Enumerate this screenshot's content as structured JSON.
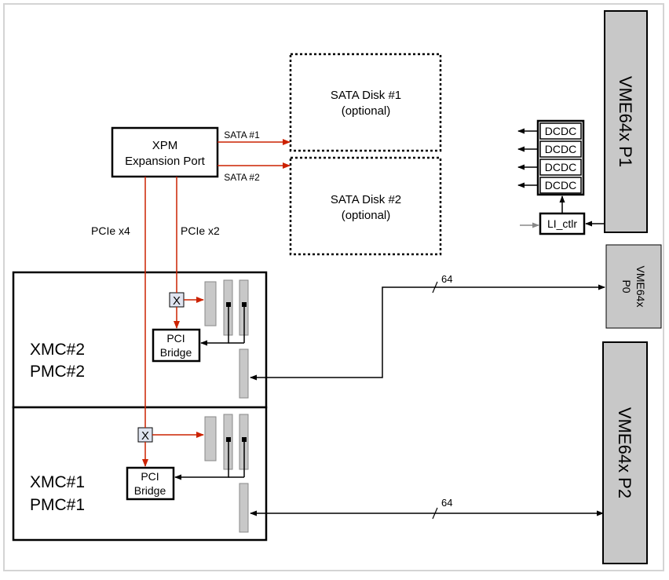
{
  "colors": {
    "signal": "#cc2200",
    "connector_fill": "#c8c8c8",
    "frame": "#d4d4d4",
    "mux_fill": "#dfe4f0"
  },
  "xpm": {
    "line1": "XPM",
    "line2": "Expansion Port"
  },
  "sata1": {
    "link": "SATA #1",
    "line1": "SATA Disk #1",
    "line2": "(optional)"
  },
  "sata2": {
    "link": "SATA #2",
    "line1": "SATA Disk #2",
    "line2": "(optional)"
  },
  "pcie": {
    "x4": "PCIe x4",
    "x2": "PCIe x2"
  },
  "dcdc": [
    "DCDC",
    "DCDC",
    "DCDC",
    "DCDC"
  ],
  "li_ctlr": "LI_ctlr",
  "vme": {
    "p1": "VME64x P1",
    "p0_line1": "VME64x",
    "p0_line2": "P0",
    "p2": "VME64x P2"
  },
  "xmc2": {
    "line1": "XMC#2",
    "line2": "PMC#2",
    "bridge1": "PCI",
    "bridge2": "Bridge",
    "mux": "X",
    "bus": "64"
  },
  "xmc1": {
    "line1": "XMC#1",
    "line2": "PMC#1",
    "bridge1": "PCI",
    "bridge2": "Bridge",
    "mux": "X",
    "bus": "64"
  }
}
